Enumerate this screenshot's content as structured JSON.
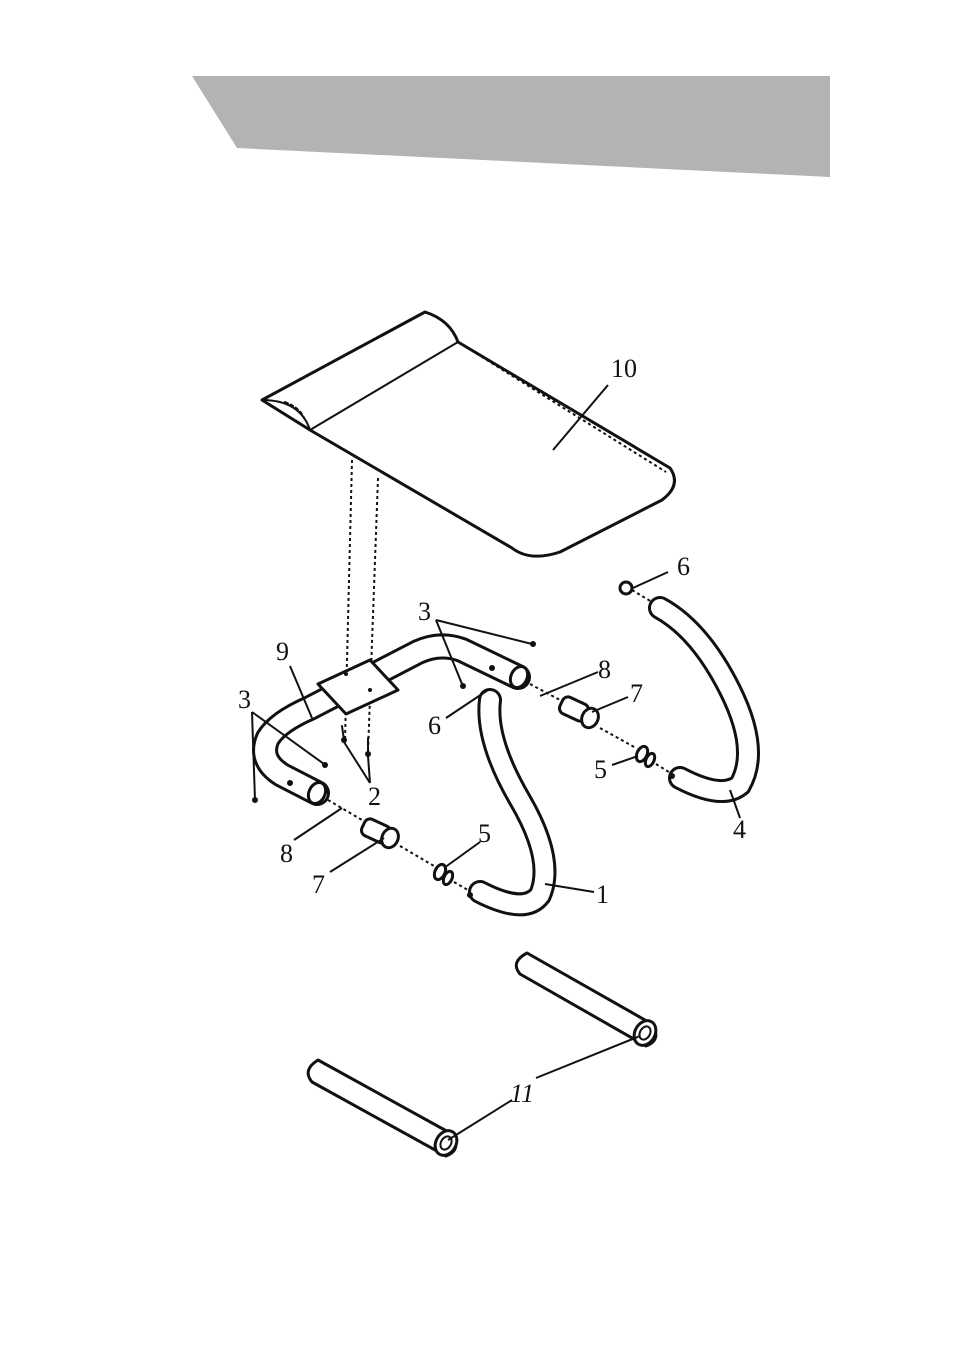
{
  "header_band": {
    "color": "#b3b3b3"
  },
  "diagram": {
    "type": "exploded-parts-view",
    "callouts": {
      "seat_pad": "10",
      "back_leg_cap": "6",
      "screws_upper": "3",
      "bolt_right": "8",
      "frame": "9",
      "washer_right": "7",
      "cap_front": "6",
      "screws_left": "3",
      "nut_right": "5",
      "plate_screws": "2",
      "back_leg": "4",
      "bolt_left": "8",
      "nut_left": "5",
      "washer_left": "7",
      "front_leg": "1",
      "foot_tubes": "11"
    }
  }
}
